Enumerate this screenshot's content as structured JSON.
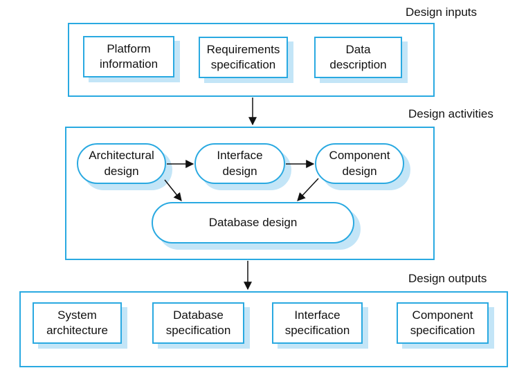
{
  "inputs": {
    "label": "Design inputs",
    "items": [
      {
        "line1": "Platform",
        "line2": "information"
      },
      {
        "line1": "Requirements",
        "line2": "specification"
      },
      {
        "line1": "Data",
        "line2": "description"
      }
    ]
  },
  "activities": {
    "label": "Design activities",
    "architectural": {
      "line1": "Architectural",
      "line2": "design"
    },
    "interface": {
      "line1": "Interface",
      "line2": "design"
    },
    "component": {
      "line1": "Component",
      "line2": "design"
    },
    "database": {
      "line1": "Database design"
    }
  },
  "outputs": {
    "label": "Design outputs",
    "items": [
      {
        "line1": "System",
        "line2": "architecture"
      },
      {
        "line1": "Database",
        "line2": "specification"
      },
      {
        "line1": "Interface",
        "line2": "specification"
      },
      {
        "line1": "Component",
        "line2": "specification"
      }
    ]
  },
  "colors": {
    "border": "#29a9e1",
    "shadow": "#c3e5f7",
    "arrow": "#111111"
  }
}
